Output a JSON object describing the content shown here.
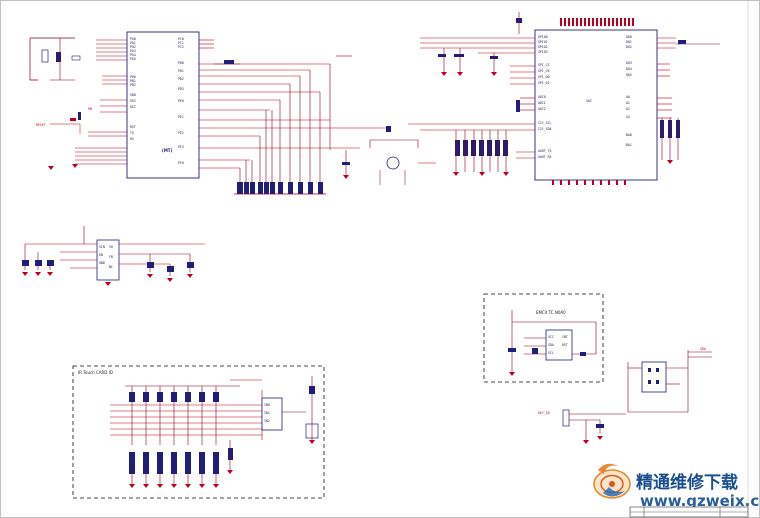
{
  "sections": {
    "ir_block_title": "IR Touch CARD ID",
    "ctrl_block_title": "EMC4 TC N0A0",
    "main_chip_tag": "(MT)"
  },
  "watermark": {
    "chinese": "精通维修下载",
    "url": "www.gzweix.com"
  },
  "colors": {
    "wire": "#8b0023",
    "net": "#c0001a",
    "component": "#1f1f7a",
    "ground": "#c0001a",
    "frame": "#111111"
  }
}
